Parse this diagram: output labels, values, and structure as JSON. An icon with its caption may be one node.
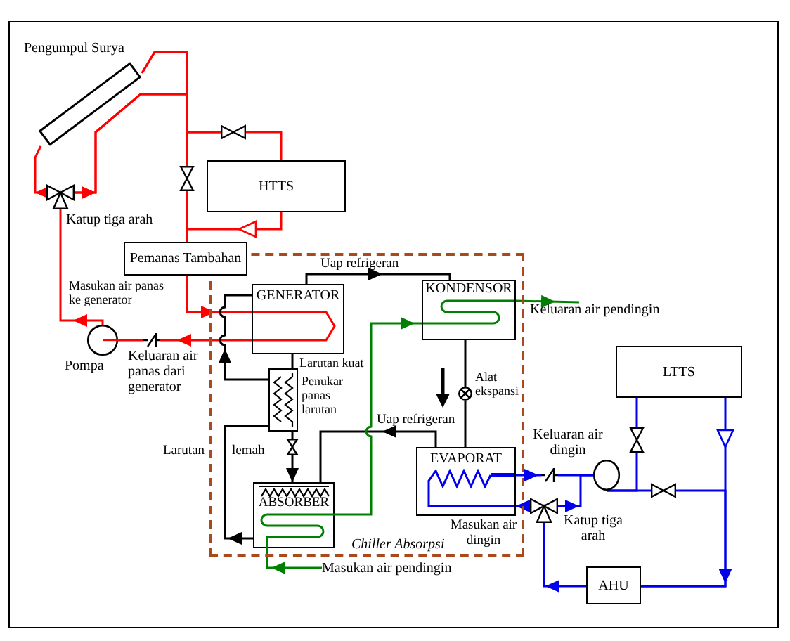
{
  "diagram": {
    "nodes": [
      {
        "text": [
          "Pengumpul Surya"
        ]
      },
      {
        "text": [],
        "shape": "valve"
      },
      {
        "text": [
          "HTTS"
        ]
      },
      {
        "text": [],
        "shape": "valve"
      },
      {
        "text": [],
        "shape": "valve",
        "beside": [
          "Katup tiga arah"
        ]
      },
      {
        "text": [
          "Pemanas Tambahan"
        ]
      },
      {
        "text": [
          "Chiller Absorpsi"
        ]
      },
      {
        "text": [
          "GENERATOR"
        ],
        "in": 6
      },
      {
        "text": [
          "KONDENSOR"
        ],
        "in": 6
      },
      {
        "text": [],
        "shape": "circle",
        "beside": [
          "Pompa"
        ]
      },
      {
        "text": [],
        "shape": "valve"
      },
      {
        "text": [],
        "shape": "box",
        "beside": [
          "Penukar panas larutan"
        ],
        "in": 6
      },
      {
        "text": [],
        "shape": "valve",
        "beside": [
          "Alat ekspansi"
        ],
        "in": 6
      },
      {
        "text": [
          "LTTS"
        ]
      },
      {
        "text": [],
        "shape": "valve",
        "in": 6
      },
      {
        "text": [],
        "shape": "valve"
      },
      {
        "text": [
          "EVAPORAT"
        ],
        "in": 6
      },
      {
        "text": [],
        "shape": "valve"
      },
      {
        "text": [],
        "shape": "circle"
      },
      {
        "text": [
          "ABSORBER"
        ],
        "in": 6
      },
      {
        "text": [],
        "shape": "valve"
      },
      {
        "text": [],
        "shape": "valve",
        "beside": [
          "Katup tiga arah"
        ]
      },
      {
        "text": [
          "AHU"
        ]
      },
      {
        "text": [
          "Keluaran air pendingin"
        ]
      },
      {
        "text": [
          "Masukan air pendingin"
        ]
      }
    ],
    "edges": [
      {
        "from": 4,
        "to": 0,
        "arrow": "to"
      },
      {
        "from": 0,
        "to": 1,
        "arrow": "none"
      },
      {
        "from": 0,
        "to": 3,
        "arrow": "none"
      },
      {
        "from": 4,
        "to": 1,
        "arrow": "to"
      },
      {
        "from": 4,
        "to": 3,
        "arrow": "to"
      },
      {
        "from": 1,
        "to": 2,
        "arrow": "none"
      },
      {
        "from": 2,
        "to": 5,
        "arrow": "to"
      },
      {
        "from": 3,
        "to": 5,
        "arrow": "none"
      },
      {
        "from": 5,
        "to": 7,
        "arrow": "to"
      },
      {
        "from": 7,
        "to": 10,
        "arrow": "to"
      },
      {
        "from": 10,
        "to": 9,
        "arrow": "none"
      },
      {
        "from": 9,
        "to": 4,
        "arrow": "to"
      },
      {
        "from": 7,
        "to": 8,
        "arrow": "to",
        "color": "#000000"
      },
      {
        "from": 7,
        "to": 11,
        "arrow": "none",
        "color": "#000000"
      },
      {
        "from": 11,
        "to": 14,
        "arrow": "none",
        "color": "#000000"
      },
      {
        "from": 14,
        "to": 19,
        "arrow": "to",
        "color": "#000000"
      },
      {
        "from": 19,
        "to": 11,
        "arrow": "to",
        "color": "#000000"
      },
      {
        "from": 11,
        "to": 7,
        "arrow": "to",
        "color": "#000000"
      },
      {
        "from": 16,
        "to": 19,
        "arrow": "to",
        "color": "#000000"
      },
      {
        "from": 8,
        "to": 12,
        "arrow": "none",
        "color": "#000000"
      },
      {
        "from": 12,
        "to": 16,
        "arrow": "none",
        "color": "#000000"
      },
      {
        "from": 24,
        "to": 19,
        "arrow": "to",
        "color": "#008000"
      },
      {
        "from": 19,
        "to": 8,
        "arrow": "to",
        "color": "#008000"
      },
      {
        "from": 8,
        "to": 23,
        "arrow": "to",
        "color": "#008000"
      },
      {
        "from": 16,
        "to": 17,
        "arrow": "to",
        "color": "#0000ee"
      },
      {
        "from": 17,
        "to": 18,
        "arrow": "none",
        "color": "#0000ee"
      },
      {
        "from": 21,
        "to": 18,
        "arrow": "to",
        "color": "#0000ee"
      },
      {
        "from": 21,
        "to": 16,
        "arrow": "to",
        "color": "#0000ee"
      },
      {
        "from": 18,
        "to": 15,
        "arrow": "none",
        "color": "#0000ee"
      },
      {
        "from": 15,
        "to": 13,
        "arrow": "none",
        "color": "#0000ee"
      },
      {
        "from": 18,
        "to": 20,
        "arrow": "none",
        "color": "#0000ee"
      },
      {
        "from": 20,
        "to": 22,
        "arrow": "to",
        "color": "#0000ee"
      },
      {
        "from": 13,
        "to": 22,
        "arrow": "to",
        "color": "#0000ee"
      },
      {
        "from": 22,
        "to": 21,
        "arrow": "to",
        "color": "#0000ee"
      }
    ],
    "labels": [
      "Uap refrigeran",
      "Masukan air panas ke generator",
      "Keluaran air panas dari generator",
      "Larutan kuat",
      "Uap refrigeran",
      "Keluaran air dingin",
      "Larutan",
      "lemah",
      "Masukan air dingin"
    ]
  }
}
